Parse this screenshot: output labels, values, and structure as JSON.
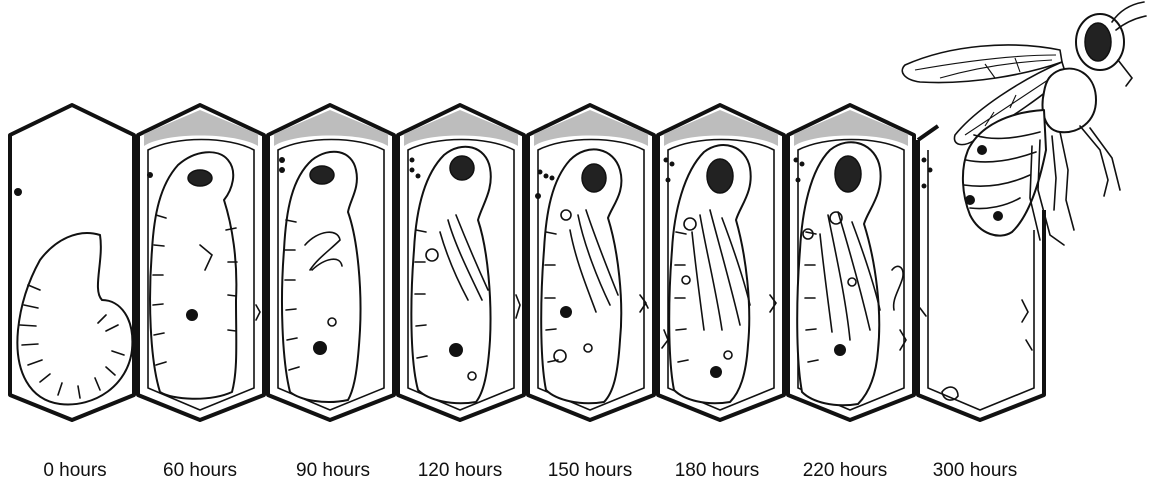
{
  "stages": [
    {
      "label": "0 hours",
      "form": "larva"
    },
    {
      "label": "60 hours",
      "form": "prepupa"
    },
    {
      "label": "90 hours",
      "form": "pupa"
    },
    {
      "label": "120 hours",
      "form": "pupa"
    },
    {
      "label": "150 hours",
      "form": "pupa"
    },
    {
      "label": "180 hours",
      "form": "pupa"
    },
    {
      "label": "220 hours",
      "form": "pupa"
    },
    {
      "label": "300 hours",
      "form": "adult-emerging"
    }
  ],
  "colors": {
    "outline": "#111111",
    "cap": "#bdbdbd",
    "background": "#ffffff"
  }
}
